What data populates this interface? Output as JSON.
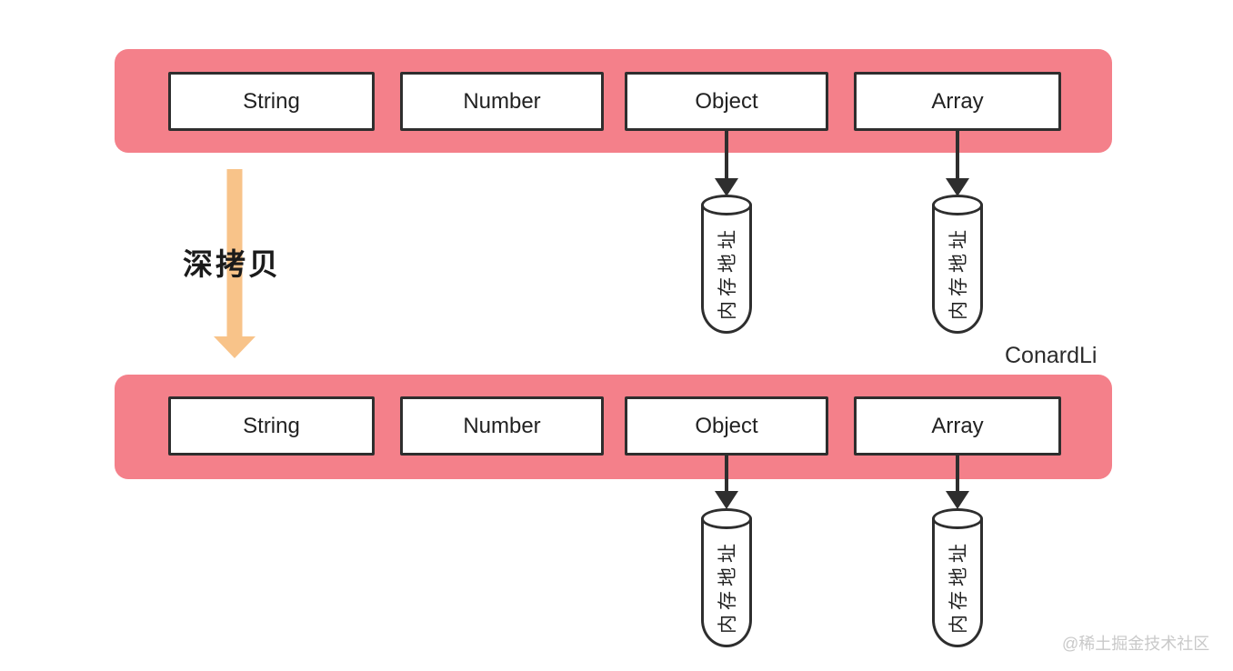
{
  "colors": {
    "bar_pink": "#F4808A",
    "arrow_orange": "#F8C389",
    "outline_dark": "#2E2E2E",
    "watermark_gray": "#C9C9C9"
  },
  "copy_arrow_label": "深拷贝",
  "author_signature": "ConardLi",
  "watermark_text": "@稀土掘金技术社区",
  "memory_label": "内存地址",
  "rows": [
    {
      "name": "source-object",
      "types": [
        {
          "label": "String"
        },
        {
          "label": "Number"
        },
        {
          "label": "Object"
        },
        {
          "label": "Array"
        }
      ]
    },
    {
      "name": "copied-object",
      "types": [
        {
          "label": "String"
        },
        {
          "label": "Number"
        },
        {
          "label": "Object"
        },
        {
          "label": "Array"
        }
      ]
    }
  ]
}
